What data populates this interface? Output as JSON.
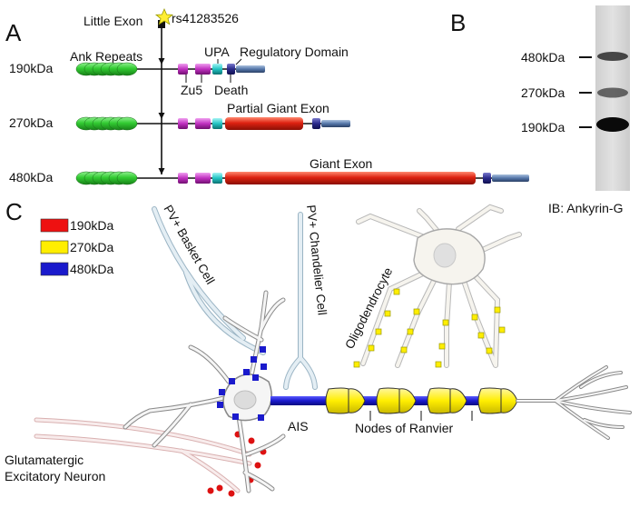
{
  "panel_a": {
    "letter": "A",
    "little_exon": "Little Exon",
    "snp": "rs41283526",
    "isoforms": [
      "190kDa",
      "270kDa",
      "480kDa"
    ],
    "domains": {
      "ank_repeats": "Ank Repeats",
      "upa": "UPA",
      "regulatory": "Regulatory Domain",
      "zu5": "Zu5",
      "death": "Death",
      "partial_giant_exon": "Partial Giant Exon",
      "giant_exon": "Giant Exon"
    }
  },
  "panel_b": {
    "letter": "B",
    "markers": [
      "480kDa",
      "270kDa",
      "190kDa"
    ],
    "caption": "IB: Ankyrin-G"
  },
  "panel_c": {
    "letter": "C",
    "legend": [
      {
        "label": "190kDa",
        "color": "#ee1111"
      },
      {
        "label": "270kDa",
        "color": "#ffee00"
      },
      {
        "label": "480kDa",
        "color": "#1a1acc"
      }
    ],
    "cells": {
      "basket": "PV+ Basket Cell",
      "chandelier": "PV+ Chandelier Cell",
      "oligodendrocyte": "Oligodendrocyte",
      "glutamatergic_line1": "Glutamatergic",
      "glutamatergic_line2": "Excitatory Neuron"
    },
    "ais": "AIS",
    "nodes": "Nodes of Ranvier"
  },
  "colors": {
    "ank_green": "#33cc33",
    "zu5_magenta": "#cc33cc",
    "upa_cyan": "#22c4c4",
    "death_navy": "#2a2a8a",
    "regulatory_blue": "#5577aa",
    "giant_red": "#dd2211",
    "marker_yellow": "#ffee00",
    "marker_blue": "#1a1acc",
    "marker_red": "#dd1111"
  }
}
